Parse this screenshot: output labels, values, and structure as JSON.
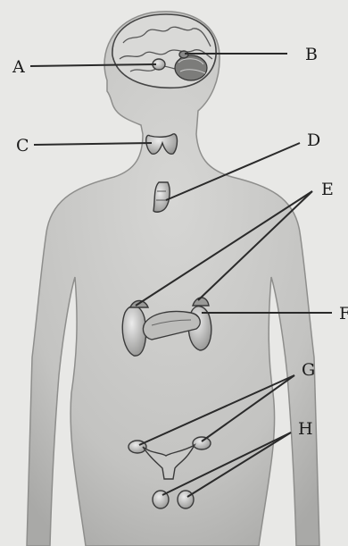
{
  "diagram": {
    "labels": [
      {
        "key": "A",
        "text": "A"
      },
      {
        "key": "B",
        "text": "B"
      },
      {
        "key": "C",
        "text": "C"
      },
      {
        "key": "D",
        "text": "D"
      },
      {
        "key": "E",
        "text": "E"
      },
      {
        "key": "F",
        "text": "F"
      },
      {
        "key": "G",
        "text": "G"
      },
      {
        "key": "H",
        "text": "H"
      }
    ]
  }
}
